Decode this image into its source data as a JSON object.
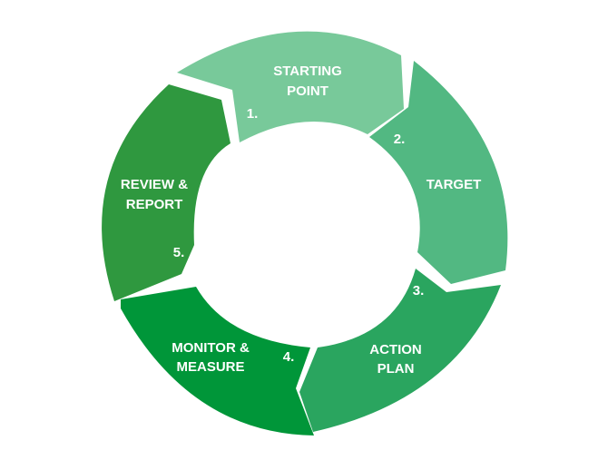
{
  "diagram": {
    "segments": [
      {
        "number": "1.",
        "label_lines": [
          "STARTING",
          "POINT"
        ],
        "color": "#78c99a"
      },
      {
        "number": "2.",
        "label_lines": [
          "TARGET"
        ],
        "color": "#52b882"
      },
      {
        "number": "3.",
        "label_lines": [
          "ACTION",
          "PLAN"
        ],
        "color": "#2aa55f"
      },
      {
        "number": "4.",
        "label_lines": [
          "MONITOR &",
          "MEASURE"
        ],
        "color": "#009639"
      },
      {
        "number": "5.",
        "label_lines": [
          "REVIEW &",
          "REPORT"
        ],
        "color": "#2f983f"
      }
    ]
  }
}
